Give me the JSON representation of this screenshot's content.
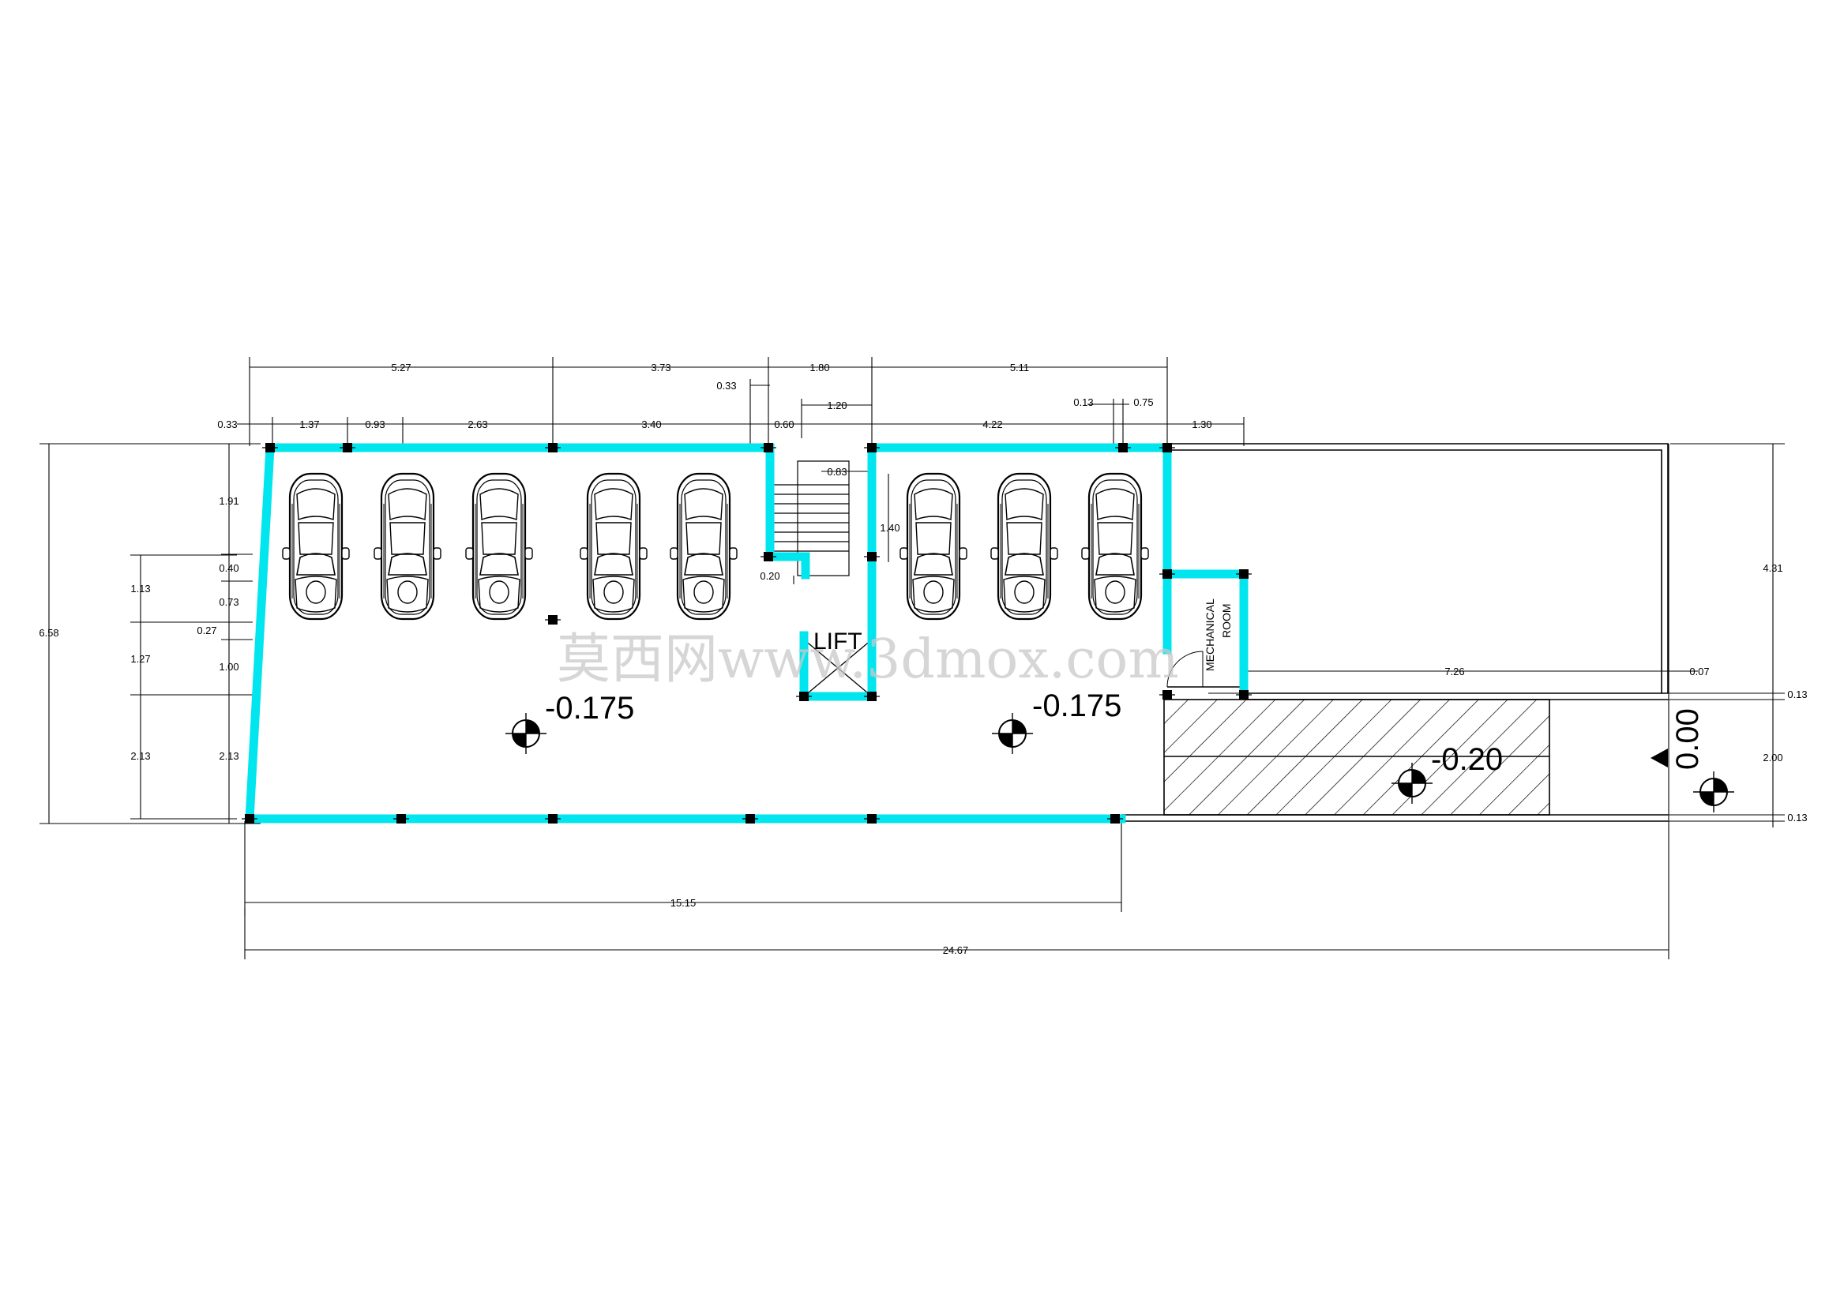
{
  "colors": {
    "wall": "#00e5ee",
    "line": "#000000",
    "background": "#ffffff",
    "watermark": "#c9c9c9"
  },
  "levels": {
    "left": "-0.175",
    "right": "-0.175",
    "ramp": "-0.20",
    "street": "0.00"
  },
  "rooms": {
    "lift": "LIFT",
    "mech_line1": "MECHANICAL",
    "mech_line2": "ROOM"
  },
  "watermark": "莫西网www.3dmox.com",
  "dimensions": {
    "top_row1": [
      "5.27",
      "3.73",
      "1.80",
      "5.11"
    ],
    "top_row2_a": "0.33",
    "top_row2_b": "1.20",
    "top_row3": [
      "0.33",
      "1.37",
      "0.93",
      "2.63",
      "3.40",
      "0.60",
      "4.22",
      "0.13",
      "0.75",
      "1.30"
    ],
    "left_outer": "6.58",
    "left_mid": [
      "1.13",
      "1.27",
      "2.13"
    ],
    "left_inner": [
      "1.91",
      "0.40",
      "0.73",
      "0.27",
      "1.00",
      "2.13"
    ],
    "stair_width": "0.83",
    "stair_height": "1.40",
    "stair_step": "0.20",
    "mech_width": "7.26",
    "right_small": "0.07",
    "right_outer": [
      "4.31",
      "0.13",
      "2.00",
      "0.13"
    ],
    "bottom_inner": "15.15",
    "bottom_outer": "24.67"
  },
  "cars": {
    "count": 8,
    "orientation": "front-down"
  }
}
